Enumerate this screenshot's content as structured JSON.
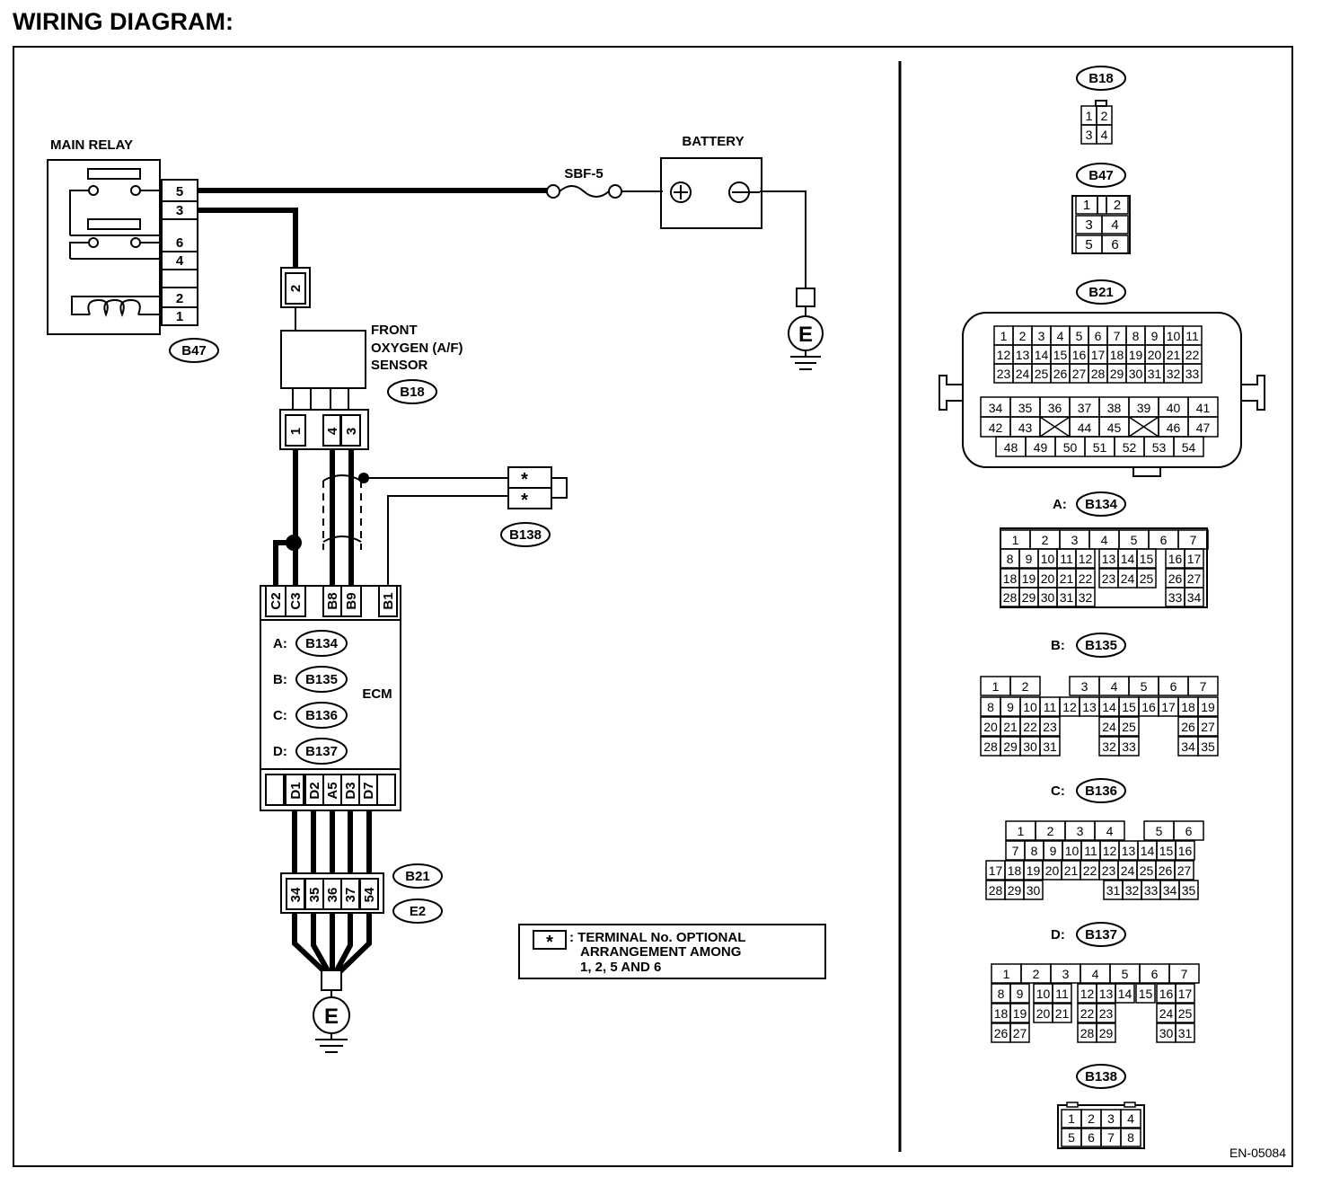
{
  "title": "WIRING DIAGRAM:",
  "figure_id": "EN-05084",
  "labels": {
    "main_relay": "MAIN RELAY",
    "battery": "BATTERY",
    "fuse": "SBF-5",
    "sensor_line1": "FRONT",
    "sensor_line2": "OXYGEN (A/F)",
    "sensor_line3": "SENSOR",
    "ecm": "ECM",
    "ground": "E",
    "battery_plus": "+",
    "battery_minus": "−"
  },
  "ecm_connectors": [
    {
      "letter": "A:",
      "id": "B134"
    },
    {
      "letter": "B:",
      "id": "B135"
    },
    {
      "letter": "C:",
      "id": "B136"
    },
    {
      "letter": "D:",
      "id": "B137"
    }
  ],
  "main_relay": {
    "connector": "B47",
    "pins": [
      "5",
      "3",
      "6",
      "4",
      "2",
      "1"
    ]
  },
  "sensor": {
    "connector": "B18",
    "top_pin": "2",
    "pins": [
      "1",
      "4",
      "3"
    ]
  },
  "ecm_top_pins": [
    "C2",
    "C3",
    "B8",
    "B9",
    "B1"
  ],
  "ecm_bottom_pins": [
    "D1",
    "D2",
    "A5",
    "D3",
    "D7"
  ],
  "joint": {
    "connectors": [
      "B21",
      "E2"
    ],
    "pins": [
      "34",
      "35",
      "36",
      "37",
      "54"
    ]
  },
  "b138": {
    "id": "B138",
    "pins": [
      "*",
      "*"
    ]
  },
  "note": {
    "symbol": "*",
    "lines": [
      ": TERMINAL No. OPTIONAL",
      "ARRANGEMENT AMONG",
      "1, 2, 5 AND 6"
    ]
  },
  "connector_views": {
    "b18": {
      "id": "B18",
      "rows": [
        [
          "1",
          "2"
        ],
        [
          "3",
          "4"
        ]
      ]
    },
    "b47": {
      "id": "B47",
      "rows": [
        [
          "1",
          "2"
        ],
        [
          "3",
          "4"
        ],
        [
          "5",
          "6"
        ]
      ]
    },
    "b21": {
      "id": "B21",
      "upper": [
        [
          "1",
          "2",
          "3",
          "4",
          "5",
          "6",
          "7",
          "8",
          "9",
          "10",
          "11"
        ],
        [
          "12",
          "13",
          "14",
          "15",
          "16",
          "17",
          "18",
          "19",
          "20",
          "21",
          "22"
        ],
        [
          "23",
          "24",
          "25",
          "26",
          "27",
          "28",
          "29",
          "30",
          "31",
          "32",
          "33"
        ]
      ],
      "lower_row1": [
        "34",
        "35",
        "36",
        "37",
        "38",
        "39",
        "40",
        "41"
      ],
      "lower_row2": [
        "42",
        "43",
        "44",
        "45",
        "46",
        "47"
      ],
      "lower_row3": [
        "48",
        "49",
        "50",
        "51",
        "52",
        "53",
        "54"
      ]
    },
    "b134": {
      "letter": "A:",
      "id": "B134",
      "rows": [
        [
          "1",
          "2",
          "3",
          "4",
          "5",
          "6",
          "7"
        ],
        [
          "8",
          "9",
          "10",
          "11",
          "12",
          "13",
          "14",
          "15",
          "16",
          "17"
        ],
        [
          "18",
          "19",
          "20",
          "21",
          "22",
          "23",
          "24",
          "25",
          "26",
          "27"
        ],
        [
          "28",
          "29",
          "30",
          "31",
          "32",
          "33",
          "34"
        ]
      ]
    },
    "b135": {
      "letter": "B:",
      "id": "B135",
      "rows": [
        [
          "1",
          "2",
          "3",
          "4",
          "5",
          "6",
          "7"
        ],
        [
          "8",
          "9",
          "10",
          "11",
          "12",
          "13",
          "14",
          "15",
          "16",
          "17",
          "18",
          "19"
        ],
        [
          "20",
          "21",
          "22",
          "23",
          "24",
          "25",
          "26",
          "27"
        ],
        [
          "28",
          "29",
          "30",
          "31",
          "32",
          "33",
          "34",
          "35"
        ]
      ]
    },
    "b136": {
      "letter": "C:",
      "id": "B136",
      "rows": [
        [
          "1",
          "2",
          "3",
          "4",
          "5",
          "6"
        ],
        [
          "7",
          "8",
          "9",
          "10",
          "11",
          "12",
          "13",
          "14",
          "15",
          "16"
        ],
        [
          "17",
          "18",
          "19",
          "20",
          "21",
          "22",
          "23",
          "24",
          "25",
          "26",
          "27"
        ],
        [
          "28",
          "29",
          "30",
          "31",
          "32",
          "33",
          "34",
          "35"
        ]
      ]
    },
    "b137": {
      "letter": "D:",
      "id": "B137",
      "rows": [
        [
          "1",
          "2",
          "3",
          "4",
          "5",
          "6",
          "7"
        ],
        [
          "8",
          "9",
          "10",
          "11",
          "12",
          "13",
          "14",
          "15",
          "16",
          "17"
        ],
        [
          "18",
          "19",
          "20",
          "21",
          "22",
          "23",
          "24",
          "25"
        ],
        [
          "26",
          "27",
          "28",
          "29",
          "30",
          "31"
        ]
      ]
    },
    "b138": {
      "id": "B138",
      "rows": [
        [
          "1",
          "2",
          "3",
          "4"
        ],
        [
          "5",
          "6",
          "7",
          "8"
        ]
      ]
    }
  }
}
